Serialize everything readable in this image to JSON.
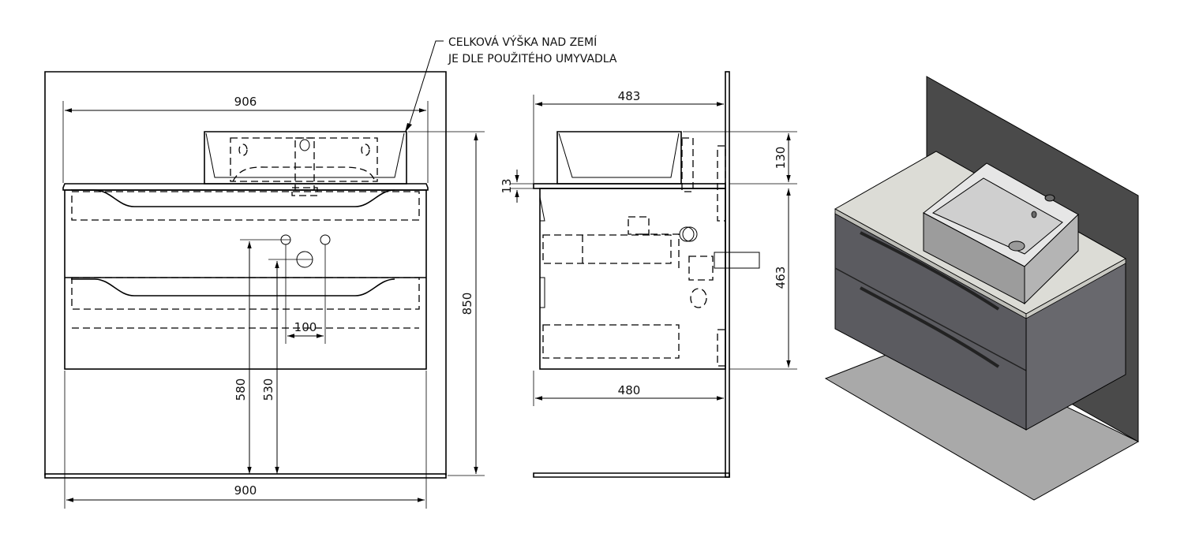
{
  "note": {
    "line1": "CELKOVÁ VÝŠKA NAD ZEMÍ",
    "line2": "JE DLE POUŽITÉHO UMYVADLA"
  },
  "front_view": {
    "dim_top_width": "906",
    "dim_bottom_width": "900",
    "dim_total_height": "850",
    "dim_hole_spacing": "100",
    "dim_height_580": "580",
    "dim_height_530": "530"
  },
  "side_view": {
    "dim_top_depth": "483",
    "dim_bottom_depth": "480",
    "dim_basin_height": "130",
    "dim_top_thickness": "13",
    "dim_cabinet_height": "463"
  },
  "colors": {
    "line": "#000000",
    "wall": "#4a4a4a",
    "floor": "#a9a9a9",
    "countertop": "#dcdcd6",
    "cabinet_front": "#5b5b60",
    "cabinet_side": "#68686d",
    "basin": "#cfcfcf"
  }
}
